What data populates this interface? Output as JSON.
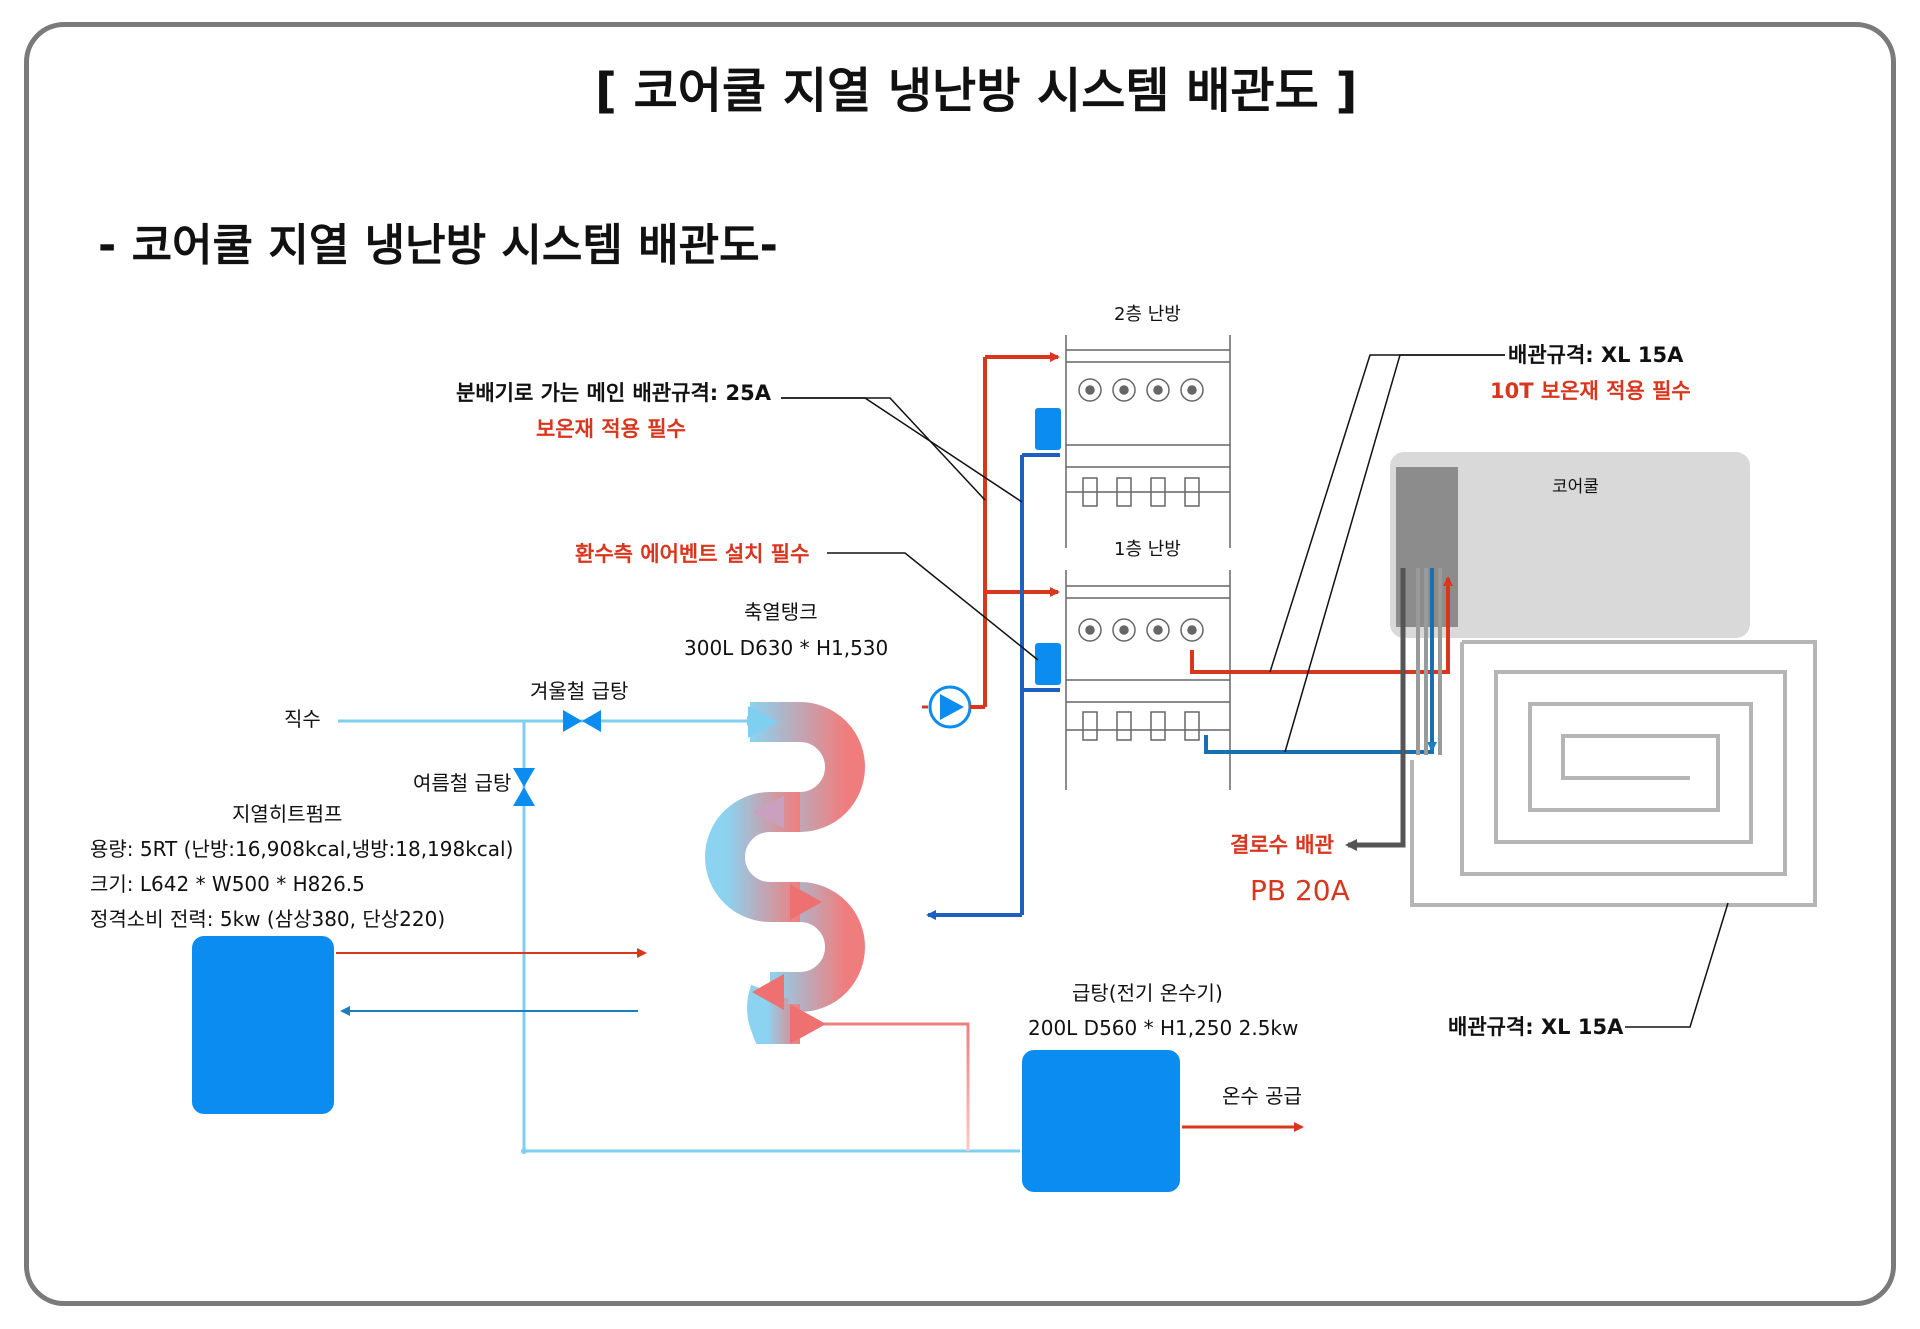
{
  "title": "[ 코어쿨 지열 냉난방 시스템 배관도 ]",
  "subtitle": "- 코어쿨 지열 냉난방 시스템 배관도-",
  "labels": {
    "main_pipe": "분배기로 가는 메인 배관규격: 25A",
    "insulation_required": "보온재 적용 필수",
    "air_vent": "환수측 에어벤트 설치 필수",
    "floor2": "2층 난방",
    "floor1": "1층 난방",
    "pipe_spec_top": "배관규격: XL 15A",
    "insulation_10t": "10T 보온재 적용 필수",
    "corecool": "코어쿨",
    "condensate": "결로수 배관",
    "condensate_spec": "PB 20A",
    "pipe_spec_bottom": "배관규격: XL 15A",
    "tank_name": "축열탱크",
    "tank_spec": "300L D630 * H1,530",
    "winter_hot_water": "겨울철 급탕",
    "direct_water": "직수",
    "summer_hot_water": "여름철 급탕",
    "heatpump_name": "지열히트펌프",
    "heatpump_capacity": "용량: 5RT (난방:16,908kcal,냉방:18,198kcal)",
    "heatpump_size": "크기: L642 * W500 * H826.5",
    "heatpump_power": "정격소비 전력: 5kw (삼상380, 단상220)",
    "water_heater_name": "급탕(전기 온수기)",
    "water_heater_spec": "200L D560 * H1,250  2.5kw",
    "hot_water_supply": "온수 공급"
  },
  "colors": {
    "supply": "#d9361e",
    "return_dark": "#1f5fbf",
    "return_light": "#1a7fc2",
    "cold_water": "#7fcff0",
    "equipment": "#0b8cf0",
    "condensate": "#555555"
  }
}
